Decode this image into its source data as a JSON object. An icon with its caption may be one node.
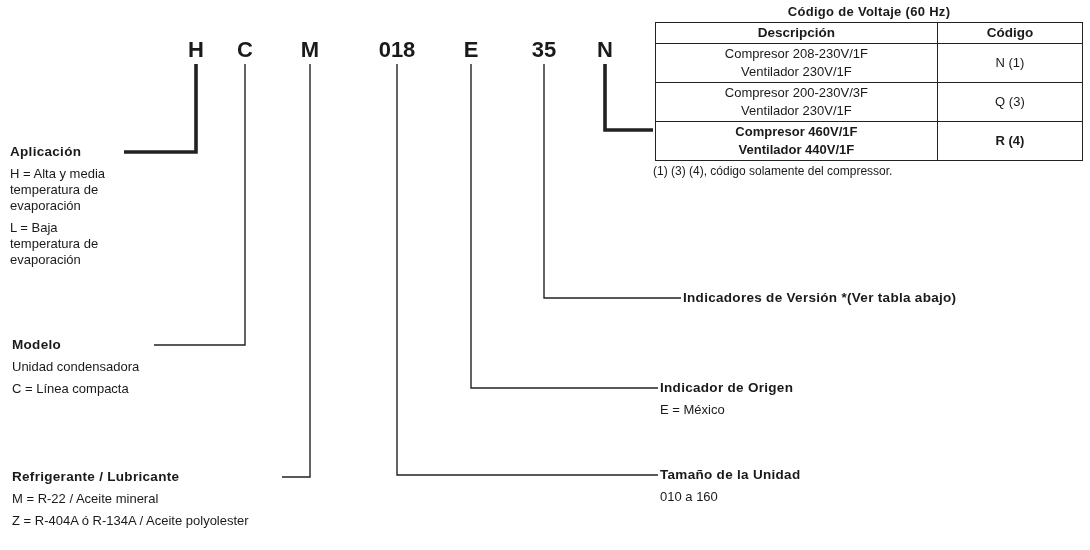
{
  "diagram": {
    "nodes": [
      {
        "text": [
          "H"
        ]
      },
      {
        "text": [
          "C"
        ]
      },
      {
        "text": [
          "M"
        ]
      },
      {
        "text": [
          "018"
        ]
      },
      {
        "text": [
          "E"
        ]
      },
      {
        "text": [
          "35"
        ]
      },
      {
        "text": [
          "N"
        ]
      },
      {
        "text": [
          "Aplicación",
          "H = Alta y media temperatura de evaporación",
          "L = Baja temperatura de evaporación"
        ]
      },
      {
        "text": [
          "Modelo",
          "Unidad condensadora",
          "C = Línea compacta"
        ]
      },
      {
        "text": [
          "Refrigerante / Lubricante",
          "M = R-22 / Aceite mineral",
          "Z = R-404A ó R-134A / Aceite polyolester"
        ]
      },
      {
        "text": [
          "Código de Voltaje (60 Hz)"
        ],
        "beside": [
          "(1) (3) (4), código solamente del compressor."
        ]
      },
      {
        "text": [
          "Indicadores de Versión *(Ver tabla abajo)"
        ]
      },
      {
        "text": [
          "Indicador de Origen",
          "E = México"
        ]
      },
      {
        "text": [
          "Tamaño de la Unidad",
          "010 a 160"
        ]
      }
    ],
    "edges": [
      {
        "from": 0,
        "to": 7,
        "arrow": "none",
        "style": "thick"
      },
      {
        "from": 1,
        "to": 8,
        "arrow": "none"
      },
      {
        "from": 2,
        "to": 9,
        "arrow": "none"
      },
      {
        "from": 3,
        "to": 13,
        "arrow": "none"
      },
      {
        "from": 4,
        "to": 12,
        "arrow": "none"
      },
      {
        "from": 5,
        "to": 11,
        "arrow": "none"
      },
      {
        "from": 6,
        "to": 10,
        "arrow": "none",
        "style": "thick"
      }
    ],
    "labels": [
      "Descripción",
      "Código",
      "Compresor 208-230V/1F Ventilador 230V/1F",
      "N (1)",
      "Compresor 200-230V/3F Ventilador 230V/1F",
      "Q (3)",
      "Compresor 460V/1F Ventilador 440V/1F",
      "R (4)"
    ]
  }
}
